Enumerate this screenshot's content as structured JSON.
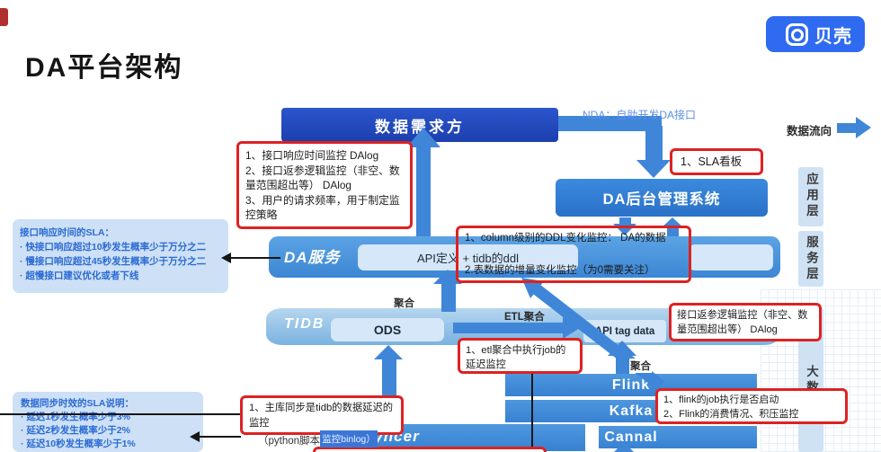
{
  "header": {
    "title": "DA平台架构",
    "logo_text": "贝壳"
  },
  "legend": {
    "api_note": "NDA：自助开发DA接口",
    "flow_label": "数据流向"
  },
  "layers": {
    "app": "应用层",
    "service": "服务层",
    "bigdata": "大数据层"
  },
  "nodes": {
    "data_consumer": "数据需求方",
    "admin": "DA后台管理系统",
    "da_service": "DA服务",
    "api_def": "API定义 + tidb的ddl",
    "tidb": "TIDB",
    "ods": "ODS",
    "api_tag": "API tag data",
    "flink": "Flink",
    "kafka": "Kafka",
    "cannal": "Cannal",
    "syncer": "Syncer"
  },
  "edge_labels": {
    "aggregate_left": "聚合",
    "etl_aggregate": "ETL聚合",
    "aggregate_right": "聚合",
    "sync_label_prefix": "（python脚本",
    "sync_label_highlight": "监控binlog）"
  },
  "annotations": {
    "req_monitor": {
      "items": [
        "1、接口响应时间监控 DAlog",
        "2、接口返参逻辑监控（非空、数量范围超出等） DAlog",
        "3、用户的请求频率，用于制定监控策略"
      ]
    },
    "sla_board": "1、SLA看板",
    "ddl_monitor": {
      "line1": "1、column级别的DDL变化监控： DA的数据",
      "line2": "2.表数据的增量变化监控（为0需要关注）"
    },
    "etl_job": "1、etl聚合中执行job的延迟监控",
    "return_monitor": "接口返参逻辑监控（非空、数量范围超出等） DAlog",
    "sync_delay": "1、主库同步是tidb的数据延迟的监控",
    "flink_monitor": {
      "line1": "1、flink的job执行是否启动",
      "line2": "2、Flink的消费情况、积压监控"
    }
  },
  "sla_notes": {
    "api_sla": {
      "title": "接口响应时间的SLA：",
      "items": [
        "· 快接口响应超过10秒发生概率少于万分之二",
        "· 慢接口响应超过45秒发生概率少于万分之二",
        "· 超慢接口建议优化或者下线"
      ]
    },
    "sync_sla": {
      "title": "数据同步时效的SLA说明：",
      "items": [
        "· 延迟1秒发生概率少于3%",
        "· 延迟2秒发生概率少于2%",
        "· 延迟10秒发生概率少于1%"
      ]
    }
  },
  "colors": {
    "brand_blue": "#2e6bf0",
    "dark_node_blue": "#2149bd",
    "mid_node_blue": "#2f7ed7",
    "row_blue": "#4290dc",
    "row_light_blue": "#8cc0e8",
    "annotation_red": "#dd2222",
    "note_text_blue": "#2a6ad4",
    "arrow_blue": "#3f86d9"
  }
}
